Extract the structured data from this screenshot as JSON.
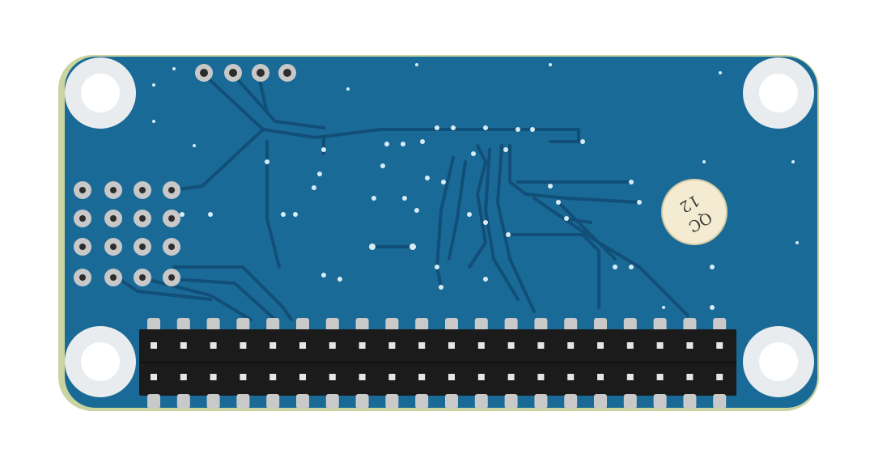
{
  "image": {
    "subject": "PCB",
    "colors": {
      "board": "#1a6a97",
      "board_edge": "#c9d4a0",
      "trace": "#124f78",
      "mask_dot": "#d8ecf6",
      "pad": "#c8c8c8",
      "header": "#1b1b1b",
      "sticker": "#f3ecd2"
    },
    "qc_sticker": {
      "line1": "QC",
      "line2": "12"
    }
  }
}
